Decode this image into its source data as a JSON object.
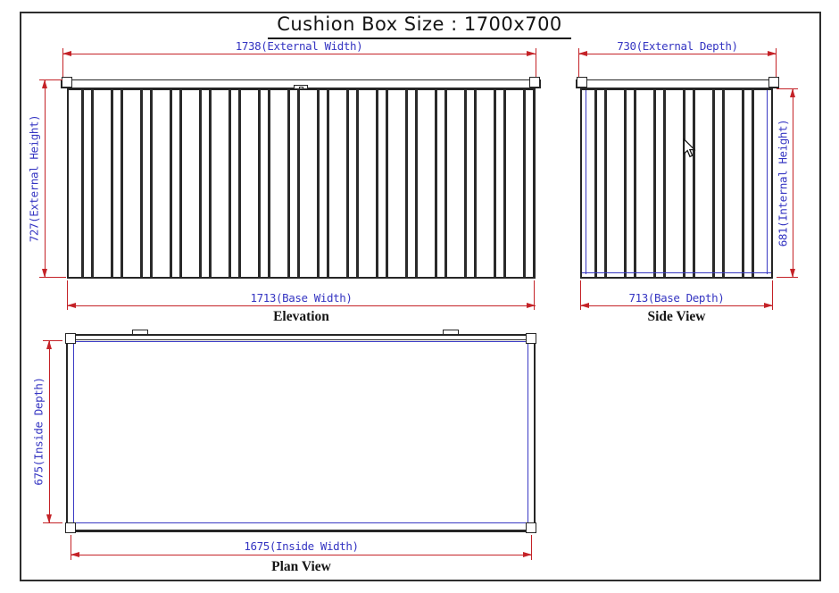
{
  "title": "Cushion Box Size : 1700x700",
  "colors": {
    "dimension_line": "#c42227",
    "dimension_text": "#3535c2",
    "drawing_line": "#262626",
    "liner_line": "#3a3ac4"
  },
  "views": {
    "elevation": {
      "label": "Elevation",
      "dim_top": "1738(External  Width)",
      "dim_left": "727(External  Height)",
      "dim_bottom": "1713(Base  Width)"
    },
    "side_view": {
      "label": "Side View",
      "dim_top": "730(External  Depth)",
      "dim_right": "681(Internal  Height)",
      "dim_bottom": "713(Base  Depth)"
    },
    "plan_view": {
      "label": "Plan View",
      "dim_left": "675(Inside  Depth)",
      "dim_bottom": "1675(Inside  Width)"
    }
  }
}
